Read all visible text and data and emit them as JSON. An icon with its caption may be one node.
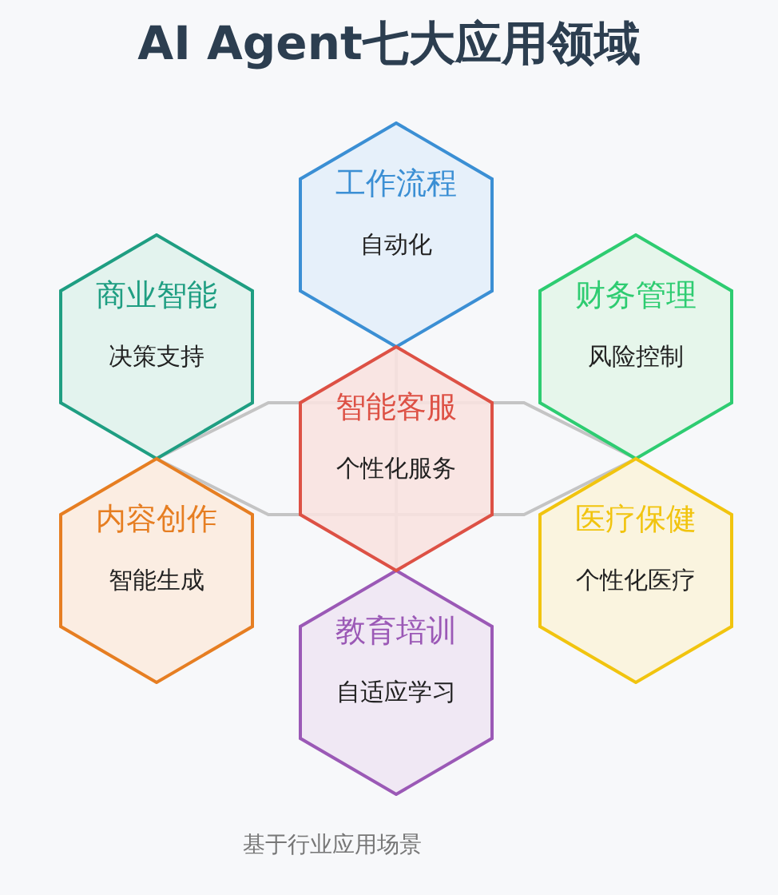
{
  "diagram": {
    "title": "AI Agent七大应用领域",
    "caption": "基于行业应用场景",
    "nodes": [
      {
        "text": [
          "工作流程",
          "自动化"
        ]
      },
      {
        "text": [
          "商业智能",
          "决策支持"
        ]
      },
      {
        "text": [
          "财务管理",
          "风险控制"
        ]
      },
      {
        "text": [
          "智能客服",
          "个性化服务"
        ]
      },
      {
        "text": [
          "内容创作",
          "智能生成"
        ]
      },
      {
        "text": [
          "医疗保健",
          "个性化医疗"
        ]
      },
      {
        "text": [
          "教育培训",
          "自适应学习"
        ]
      }
    ]
  }
}
